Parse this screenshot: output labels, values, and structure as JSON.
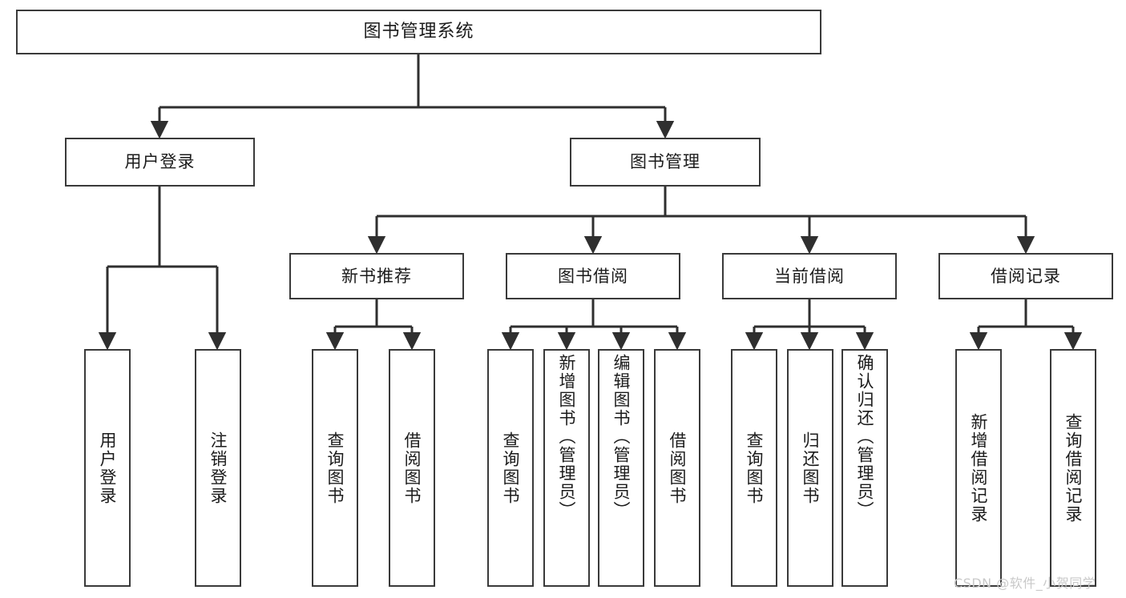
{
  "diagram": {
    "title": "图书管理系统",
    "watermark": "CSDN @软件_小贺同学",
    "levels": {
      "root": {
        "label": "图书管理系统"
      },
      "level2": [
        {
          "label": "用户登录"
        },
        {
          "label": "图书管理"
        }
      ],
      "level3": [
        {
          "label": "新书推荐"
        },
        {
          "label": "图书借阅"
        },
        {
          "label": "当前借阅"
        },
        {
          "label": "借阅记录"
        }
      ],
      "leaves": {
        "user_login": [
          {
            "label": "用户登录"
          },
          {
            "label": "注销登录"
          }
        ],
        "new_book": [
          {
            "label": "查询图书"
          },
          {
            "label": "借阅图书"
          }
        ],
        "book_borrow": [
          {
            "label": "查询图书"
          },
          {
            "label": "新增图书（管理员）"
          },
          {
            "label": "编辑图书（管理员）"
          },
          {
            "label": "借阅图书"
          }
        ],
        "current_borrow": [
          {
            "label": "查询图书"
          },
          {
            "label": "归还图书"
          },
          {
            "label": "确认归还（管理员）"
          }
        ],
        "borrow_record": [
          {
            "label": "新增借阅记录"
          },
          {
            "label": "查询借阅记录"
          }
        ]
      }
    },
    "colors": {
      "box_border": "#3a3a3a",
      "box_fill": "#ffffff",
      "connector": "#2f2f2f",
      "text": "#1b1b1b",
      "watermark": "#c9c9c9"
    }
  }
}
